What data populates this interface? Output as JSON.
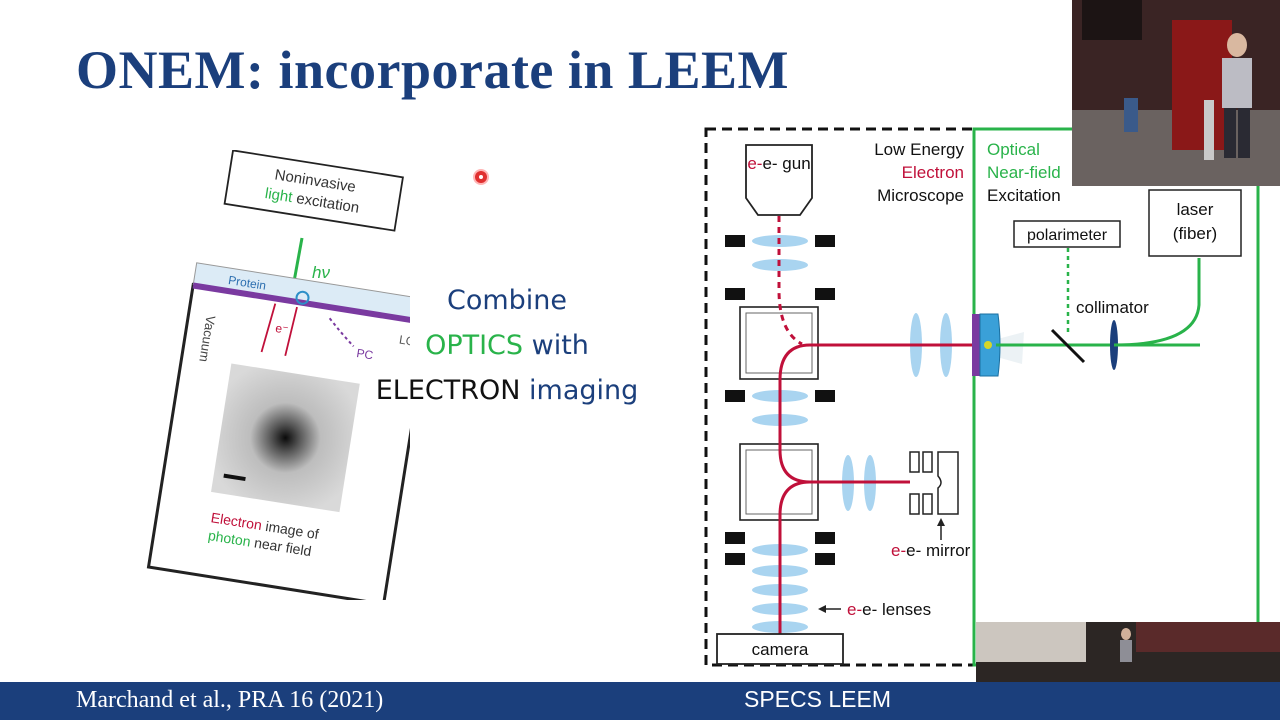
{
  "slide": {
    "title": "ONEM:  incorporate in LEEM",
    "combine": {
      "line1": "Combine",
      "optics": "OPTICS",
      "with": " with",
      "electron": "ELECTRON",
      "imaging": " imaging"
    },
    "footer": {
      "citation": "Marchand et al., PRA 16 (2021)",
      "brand": "SPECS LEEM"
    }
  },
  "left_figure": {
    "box_line1": "Noninvasive",
    "box_light": "light",
    "box_excitation": " excitation",
    "hv": "hν",
    "protein": "Protein",
    "lc": "LC",
    "electron_symbol": "e⁻",
    "pc": "PC",
    "vacuum": "Vacuum",
    "caption_electron": "Electron",
    "caption_image_of": " image of",
    "caption_photon": "photon",
    "caption_near_field": " near field"
  },
  "right_figure": {
    "leem_line1": "Low Energy",
    "leem_line2": "Electron",
    "leem_line3": "Microscope",
    "one_line1": "Optical",
    "one_line2": "Near-field",
    "one_line3": "Excitation",
    "egun": "e- gun",
    "polarimeter": "polarimeter",
    "laser_line1": "laser",
    "laser_line2": "(fiber)",
    "collimator": "collimator",
    "e_mirror": "e- mirror",
    "e_lenses": "e- lenses",
    "camera": "camera"
  },
  "colors": {
    "title_blue": "#1b3f7c",
    "optics_green": "#29b34a",
    "electron_red": "#c0103a",
    "lens_blue": "#a9d4f0"
  }
}
